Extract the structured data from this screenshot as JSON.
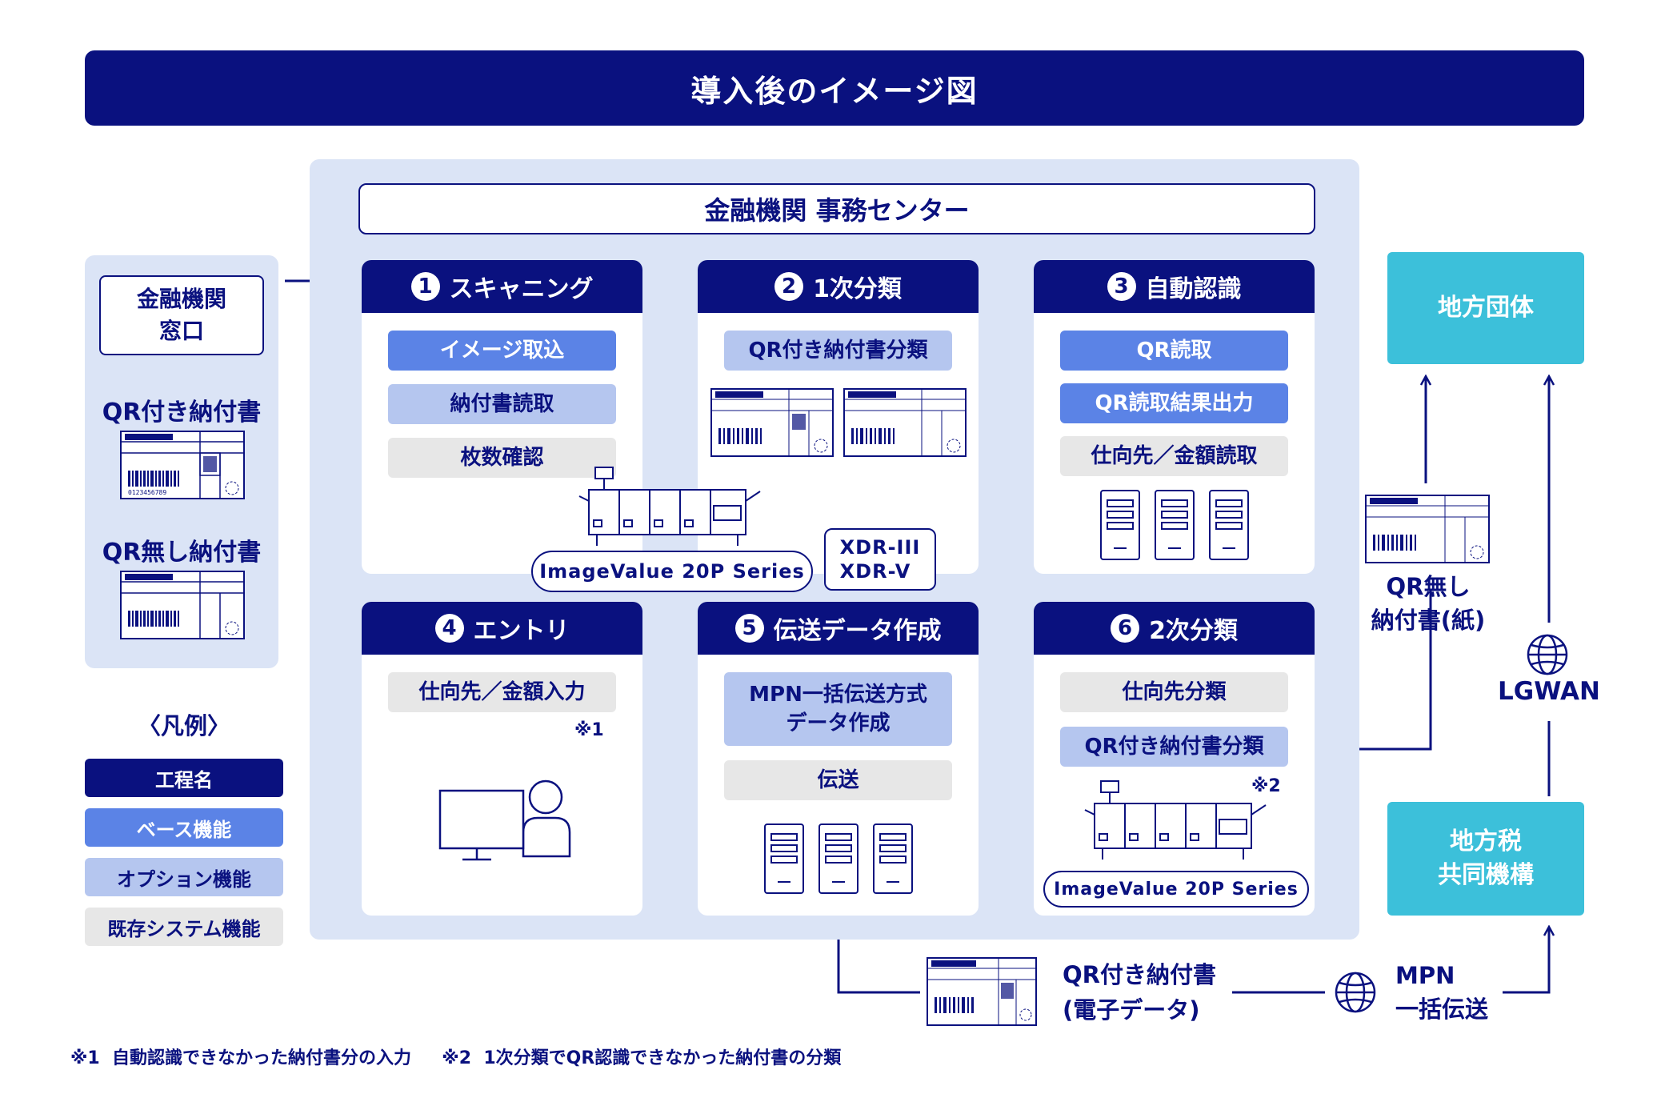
{
  "title": "導入後のイメージ図",
  "center_title": "金融機関 事務センター",
  "window_label": "金融機関\n窓口",
  "qr_doc_label": "QR付き納付書",
  "noqr_doc_label": "QR無し納付書",
  "barcode_text": "0123456789",
  "steps": [
    {
      "num": "1",
      "title": "スキャニング",
      "items": [
        "イメージ取込",
        "納付書読取",
        "枚数確認"
      ]
    },
    {
      "num": "2",
      "title": "1次分類",
      "items": [
        "QR付き納付書分類"
      ]
    },
    {
      "num": "3",
      "title": "自動認識",
      "items": [
        "QR読取",
        "QR読取結果出力",
        "仕向先／金額読取"
      ]
    },
    {
      "num": "4",
      "title": "エントリ",
      "items": [
        "仕向先／金額入力"
      ],
      "note": "※1"
    },
    {
      "num": "5",
      "title": "伝送データ作成",
      "items": [
        "MPN一括伝送方式\nデータ作成",
        "伝送"
      ]
    },
    {
      "num": "6",
      "title": "2次分類",
      "items": [
        "仕向先分類",
        "QR付き納付書分類"
      ],
      "note": "※2"
    }
  ],
  "scanner_label_1": "ImageValue 20P Series",
  "scanner_label_2": "ImageValue 20P Series",
  "xdr_label": "XDR-III\nXDR-V",
  "local_gov": "地方団体",
  "tax_org": "地方税\n共同機構",
  "noqr_paper": "QR無し\n納付書(紙)",
  "lgwan": "LGWAN",
  "qr_electronic": "QR付き納付書\n(電子データ)",
  "mpn": "MPN\n一括伝送",
  "legend": {
    "title": "〈凡例〉",
    "items": [
      "工程名",
      "ベース機能",
      "オプション機能",
      "既存システム機能"
    ]
  },
  "footnote": "※1  自動認識できなかった納付書分の入力     ※2  1次分類でQR認識できなかった納付書の分類",
  "colors": {
    "navy": "#0a117f",
    "base": "#5b83e6",
    "option": "#b5c6ef",
    "existing": "#e7e7e7",
    "teal": "#3cc0da",
    "panel": "#dbe4f6"
  }
}
